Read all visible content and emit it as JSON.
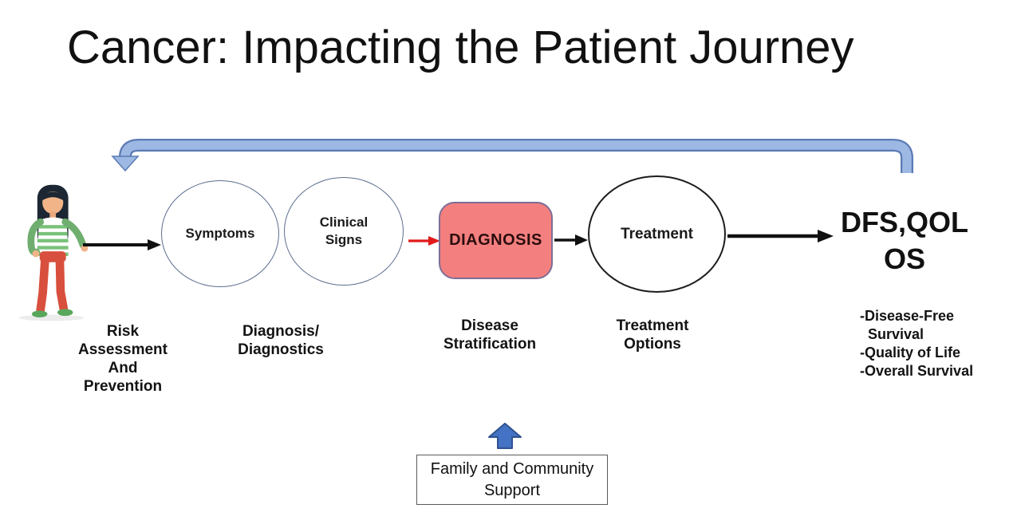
{
  "title": "Cancer: Impacting the Patient Journey",
  "journey": {
    "patient_figure": "cartoon-woman-patient",
    "nodes": [
      {
        "id": "symptoms",
        "label": "Symptoms",
        "shape": "ellipse"
      },
      {
        "id": "clinical-signs",
        "label": "Clinical\nSigns",
        "shape": "ellipse"
      },
      {
        "id": "diagnosis",
        "label": "DIAGNOSIS",
        "shape": "rounded-rect"
      },
      {
        "id": "treatment",
        "label": "Treatment",
        "shape": "ellipse"
      },
      {
        "id": "outcomes",
        "label": "DFS,QOL\nOS",
        "shape": "text"
      }
    ],
    "stage_labels": [
      "Risk\nAssessment\nAnd\nPrevention",
      "Diagnosis/\nDiagnostics",
      "Disease\nStratification",
      "Treatment\nOptions",
      "-Disease-Free\n  Survival\n-Quality of Life\n-Overall Survival"
    ],
    "support_box_label": "Family and Community\nSupport"
  },
  "icons": {
    "feedback_arrow": "loop-back-arrow",
    "up_arrow": "blue-up-arrow",
    "flow_arrows": [
      "black-arrow",
      "red-arrow",
      "black-arrow",
      "black-arrow"
    ]
  },
  "colors": {
    "diagnosis_fill": "#F47F7F",
    "diagnosis_border": "#7E6E96",
    "feedback_arrow_fill": "#9DB8E2",
    "feedback_arrow_border": "#5B7BB4",
    "up_arrow_fill": "#4472C4",
    "up_arrow_border": "#2F528F",
    "red_arrow": "#E11B1B",
    "ellipse_border": "#5B6E8F",
    "treatment_border": "#1C1C1C"
  }
}
